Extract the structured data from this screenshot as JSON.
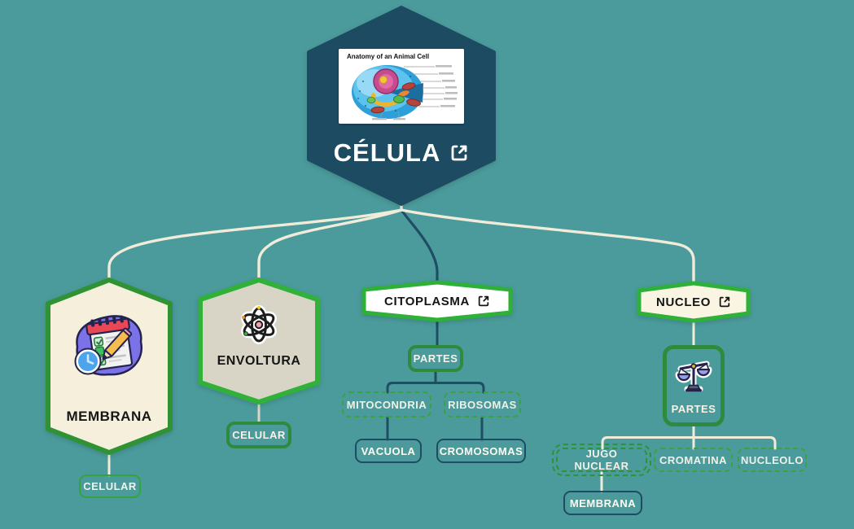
{
  "app_type": "mind-map",
  "colors": {
    "background": "#4b9b9c",
    "root_hexagon_fill": "#1d4b61",
    "connector_cream": "#f1ecda",
    "connector_navy": "#204c64",
    "green_bright_border": "#2eb039",
    "green_dark_border": "#2e8b3d",
    "green_dashed_border": "#3aa23f",
    "navy_border": "#1e4d63",
    "membrana_hex_fill": "#f6efdc",
    "envoltura_hex_fill": "#d9d5c6",
    "citoplasma_fill": "#ffffff",
    "nucleo_fill": "#f9f5e2"
  },
  "map": {
    "root": {
      "label": "CÉLULA",
      "icon": "external-link-icon",
      "image": "animal-cell-diagram-image",
      "image_title": "Anatomy of an Animal Cell",
      "children": [
        {
          "label": "MEMBRANA",
          "shape": "hexagon",
          "icon": "checklist-calendar-illustration",
          "children": [
            {
              "label": "CELULAR",
              "shape": "rounded-pill"
            }
          ]
        },
        {
          "label": "ENVOLTURA",
          "shape": "hexagon",
          "icon": "atom-icon",
          "children": [
            {
              "label": "CELULAR",
              "shape": "rounded-pill"
            }
          ]
        },
        {
          "label": "CITOPLASMA",
          "shape": "banner-hexagon",
          "icon": "external-link-icon",
          "children": [
            {
              "label": "PARTES",
              "shape": "rounded-pill",
              "children": [
                {
                  "label": "MITOCONDRIA",
                  "shape": "dashed-pill",
                  "children": [
                    {
                      "label": "VACUOLA",
                      "shape": "navy-pill"
                    }
                  ]
                },
                {
                  "label": "RIBOSOMAS",
                  "shape": "dashed-pill",
                  "children": [
                    {
                      "label": "CROMOSOMAS",
                      "shape": "navy-pill"
                    }
                  ]
                }
              ]
            }
          ]
        },
        {
          "label": "NUCLEO",
          "shape": "banner-hexagon",
          "icon": "external-link-icon",
          "children": [
            {
              "label": "PARTES",
              "shape": "rounded-pill",
              "icon": "balance-scale-icon",
              "children": [
                {
                  "label": "JUGO NUCLEAR",
                  "shape": "dashed-pill",
                  "selected": true,
                  "children": [
                    {
                      "label": "MEMBRANA",
                      "shape": "navy-pill"
                    }
                  ]
                },
                {
                  "label": "CROMATINA",
                  "shape": "dashed-pill"
                },
                {
                  "label": "NUCLEOLO",
                  "shape": "dashed-pill"
                }
              ]
            }
          ]
        }
      ]
    }
  }
}
